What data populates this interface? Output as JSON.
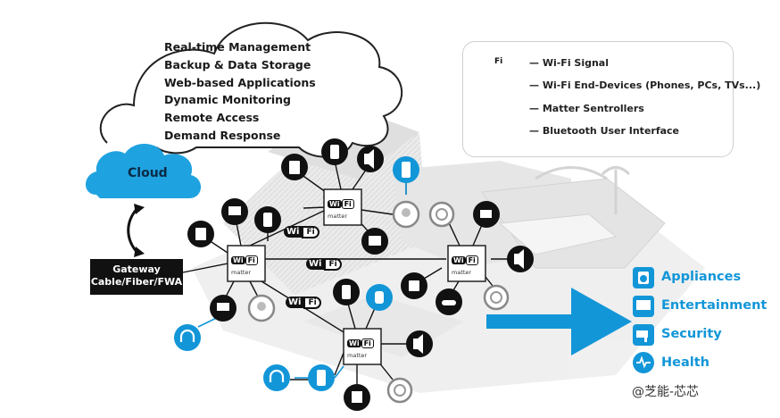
{
  "cloud": {
    "services": [
      "Real-time Management",
      "Backup & Data Storage",
      "Web-based Applications",
      "Dynamic Monitoring",
      "Remote Access",
      "Demand Response"
    ],
    "label": "Cloud"
  },
  "gateway": {
    "line1": "Gateway",
    "line2": "Cable/Fiber/FWA"
  },
  "legend": {
    "wifi_signal": "— Wi-Fi Signal",
    "end_devices": "— Wi-Fi End-Devices (Phones, PCs, TVs...)",
    "matter": "— Matter Sentrollers",
    "bluetooth": "— Bluetooth User Interface"
  },
  "wifi_badge": {
    "wi": "Wi",
    "fi": "Fi"
  },
  "hub_label": "matter",
  "categories": [
    "Appliances",
    "Entertainment",
    "Security",
    "Health"
  ],
  "watermark": "@芝能-芯芯",
  "colors": {
    "accent": "#1296d8",
    "dark": "#111111",
    "cloud_blue": "#1fa2e0"
  }
}
